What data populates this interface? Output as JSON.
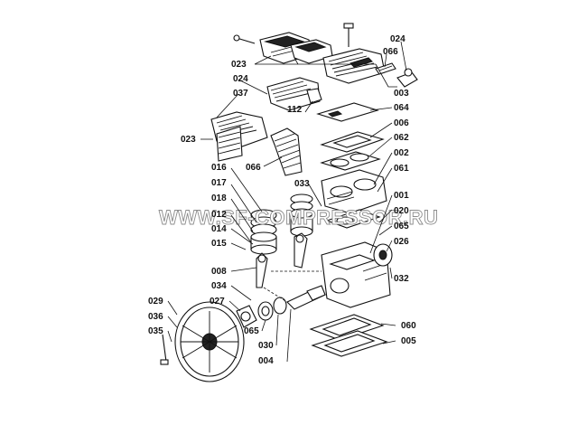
{
  "watermark": "WWW.SF-COMPRESSOR.RU",
  "callouts": {
    "c023_top": "023",
    "c024_top": "024",
    "c066_top": "066",
    "c003": "003",
    "c024_mid": "024",
    "c037": "037",
    "c112": "112",
    "c064": "064",
    "c006": "006",
    "c023_left": "023",
    "c062": "062",
    "c002": "002",
    "c066_mid": "066",
    "c016": "016",
    "c061": "061",
    "c017": "017",
    "c033": "033",
    "c018": "018",
    "c001": "001",
    "c012": "012",
    "c020": "020",
    "c014": "014",
    "c065_r": "065",
    "c015": "015",
    "c026": "026",
    "c008": "008",
    "c032": "032",
    "c034": "034",
    "c029": "029",
    "c027": "027",
    "c036": "036",
    "c060": "060",
    "c035": "035",
    "c065_b": "065",
    "c005": "005",
    "c030": "030",
    "c004": "004"
  }
}
